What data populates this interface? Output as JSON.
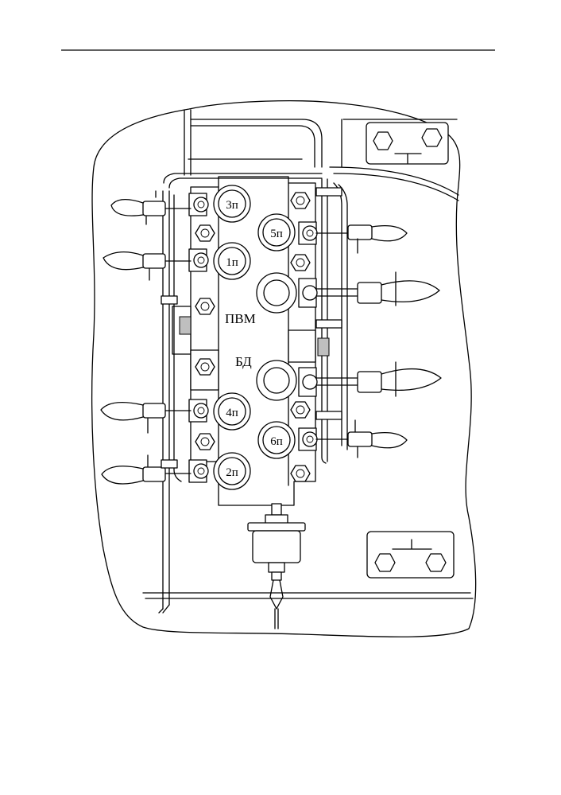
{
  "colors": {
    "ink": "#000000",
    "paper": "#ffffff",
    "shade": "#bfbfbf"
  },
  "labels": {
    "pvm": "ПВМ",
    "bd": "БД"
  },
  "valves": [
    {
      "id": "3p",
      "label": "3п"
    },
    {
      "id": "1p",
      "label": "1п"
    },
    {
      "id": "4p",
      "label": "4п"
    },
    {
      "id": "2p",
      "label": "2п"
    },
    {
      "id": "5p",
      "label": "5п"
    },
    {
      "id": "6p",
      "label": "6п"
    }
  ]
}
